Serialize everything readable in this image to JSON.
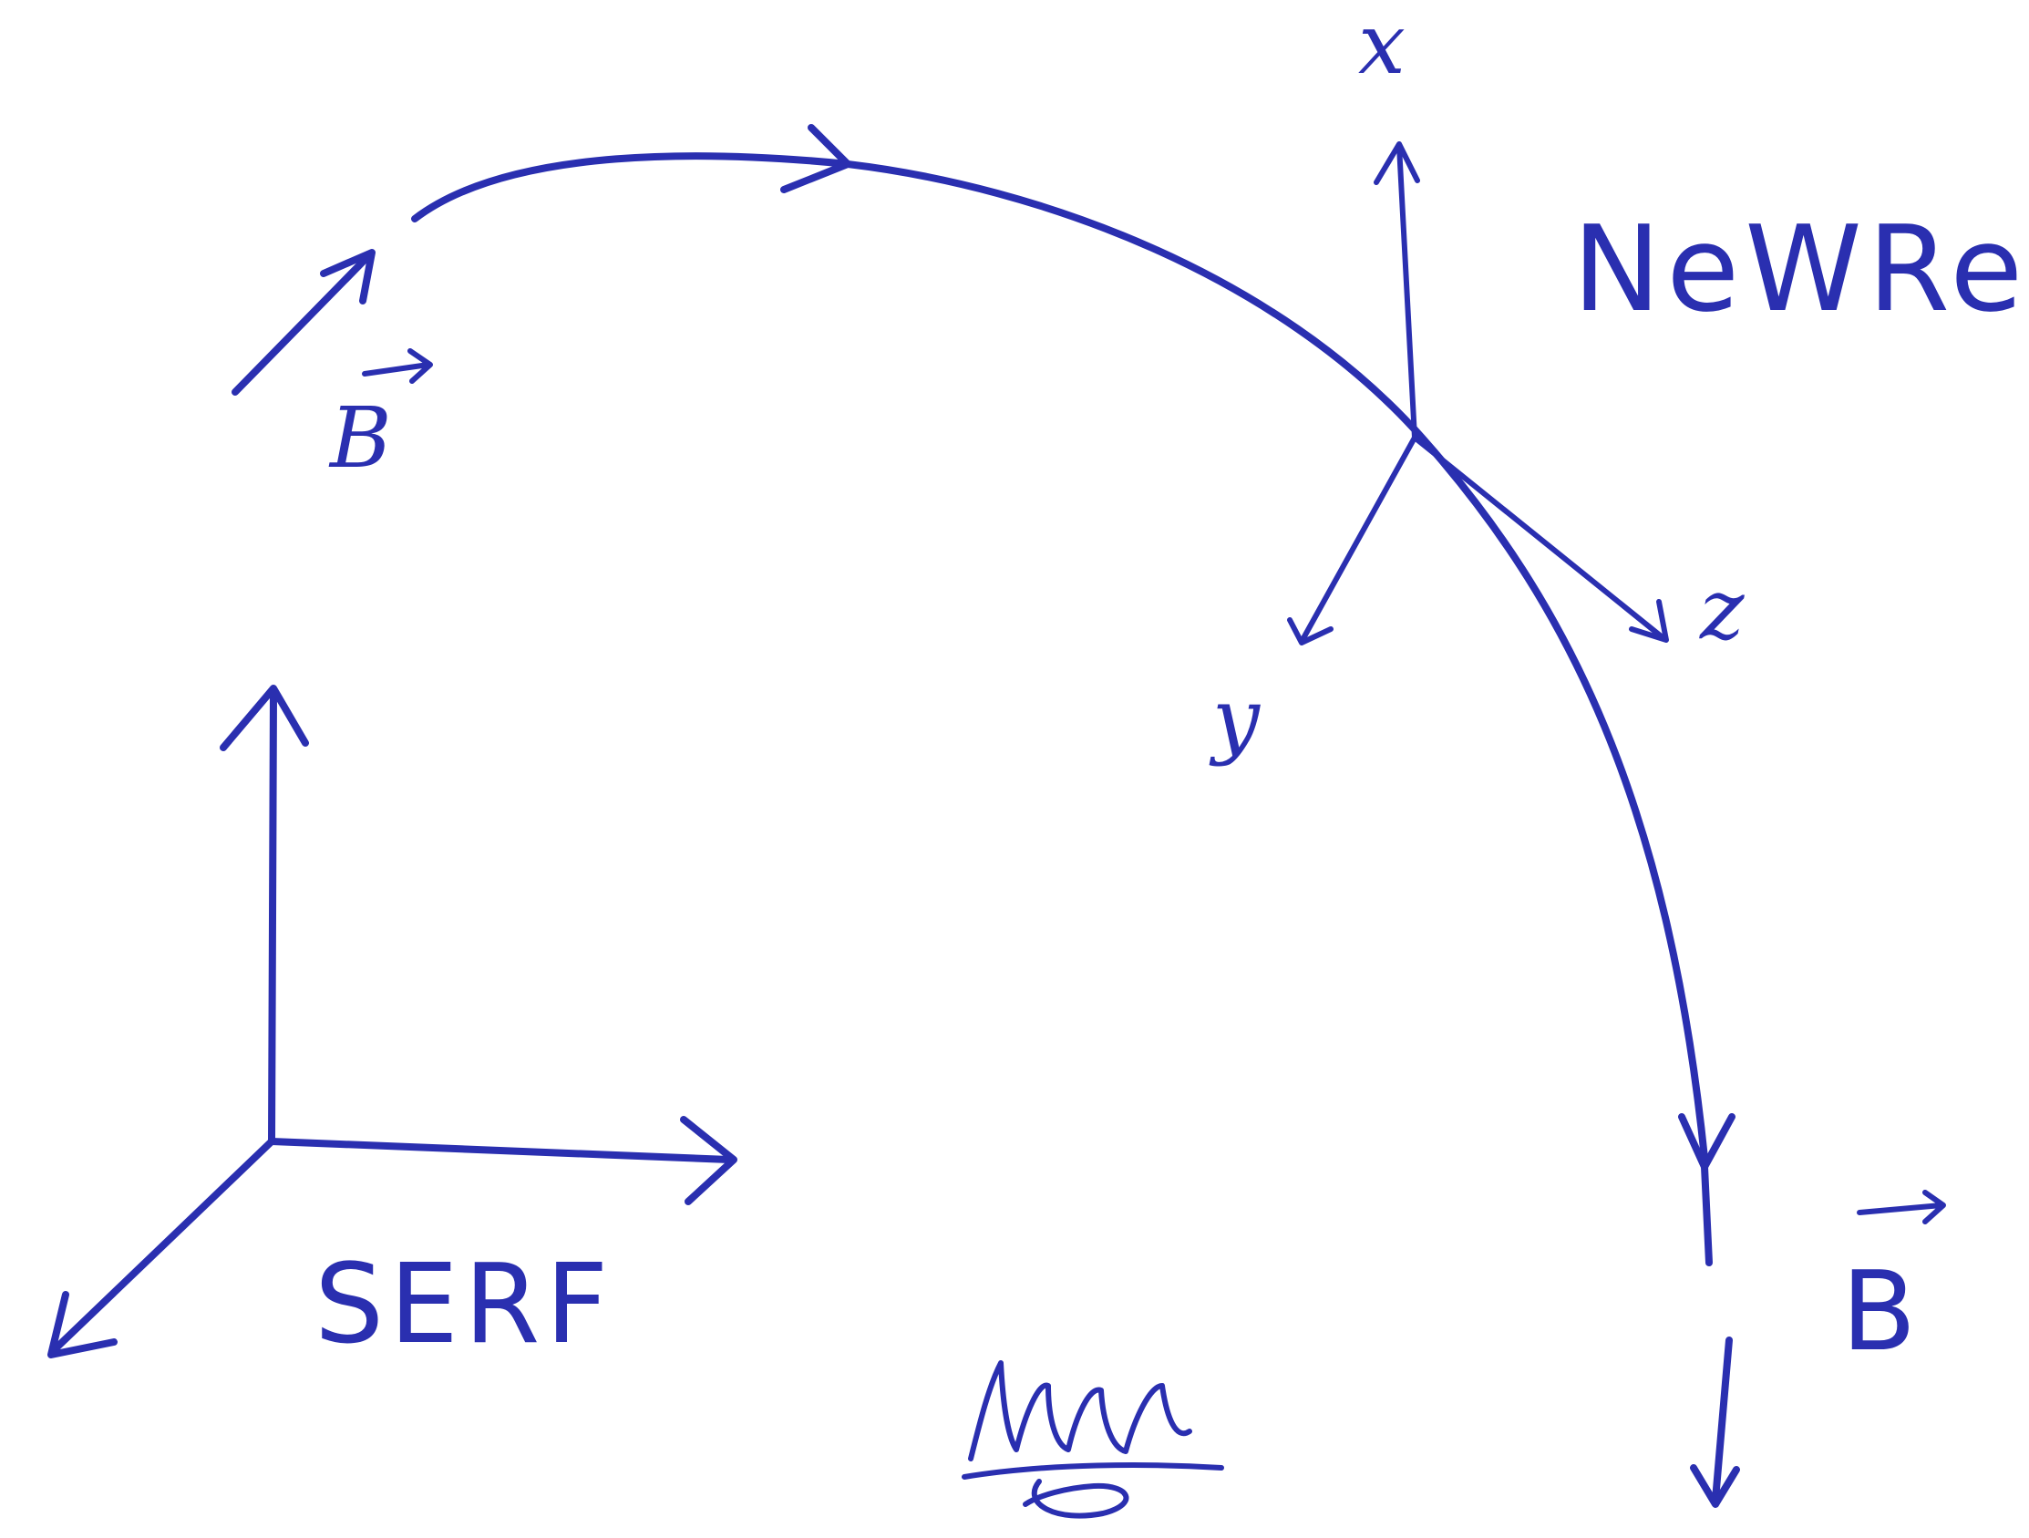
{
  "labels": {
    "axis_x": "x",
    "axis_y": "y",
    "axis_z": "z",
    "field_start": "B",
    "field_end": "B",
    "frame_new": "NeWReF",
    "frame_lab": "SERF"
  },
  "signature": "signature-scribble",
  "colors": {
    "ink": "#2a2fb0",
    "paper": "#ffffff"
  }
}
